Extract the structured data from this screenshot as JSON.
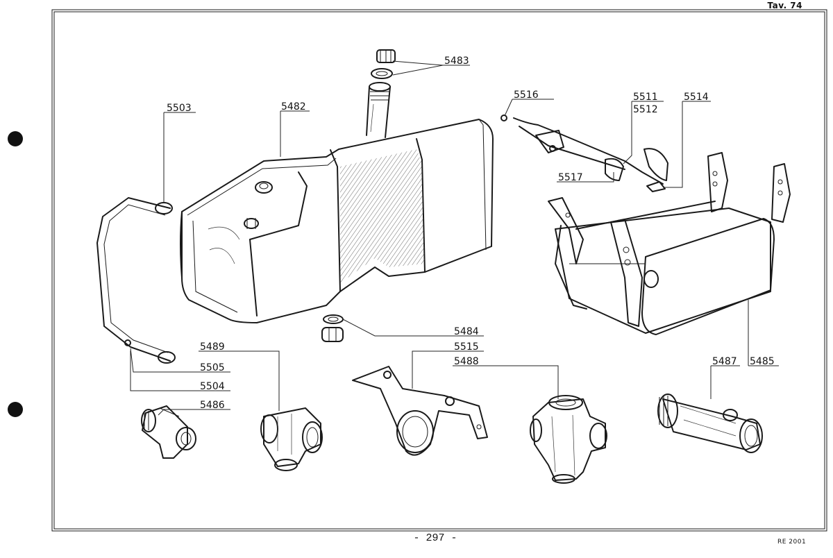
{
  "header": {
    "plate": "Tav. 74"
  },
  "footer": {
    "page": "- 297 -",
    "code": "RE 2001"
  },
  "labels": [
    {
      "id": "5483",
      "text": "5483"
    },
    {
      "id": "5482",
      "text": "5482"
    },
    {
      "id": "5503",
      "text": "5503"
    },
    {
      "id": "5516",
      "text": "5516"
    },
    {
      "id": "5511",
      "text": "5511"
    },
    {
      "id": "5512",
      "text": "5512"
    },
    {
      "id": "5514",
      "text": "5514"
    },
    {
      "id": "5517",
      "text": "5517"
    },
    {
      "id": "5484",
      "text": "5484"
    },
    {
      "id": "5515",
      "text": "5515"
    },
    {
      "id": "5488",
      "text": "5488"
    },
    {
      "id": "5489",
      "text": "5489"
    },
    {
      "id": "5505",
      "text": "5505"
    },
    {
      "id": "5504",
      "text": "5504"
    },
    {
      "id": "5486",
      "text": "5486"
    },
    {
      "id": "5487",
      "text": "5487"
    },
    {
      "id": "5485",
      "text": "5485"
    }
  ]
}
